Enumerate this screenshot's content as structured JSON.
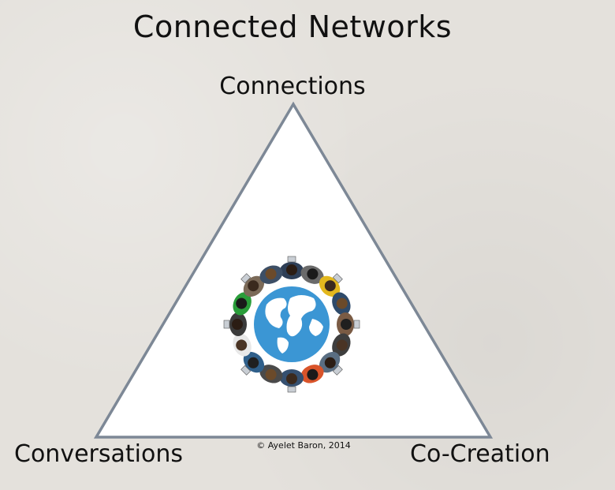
{
  "slide": {
    "title": "Connected Networks",
    "vertices": {
      "top": "Connections",
      "left": "Conversations",
      "right": "Co-Creation"
    },
    "copyright": "© Ayelet Baron, 2014"
  },
  "illustration": {
    "center_icon": "globe-icon",
    "people_count": 16,
    "colors": {
      "triangle_fill": "#ffffff",
      "triangle_stroke": "#7d8896",
      "ocean": "#3b96d4",
      "land": "#ffffff"
    }
  }
}
